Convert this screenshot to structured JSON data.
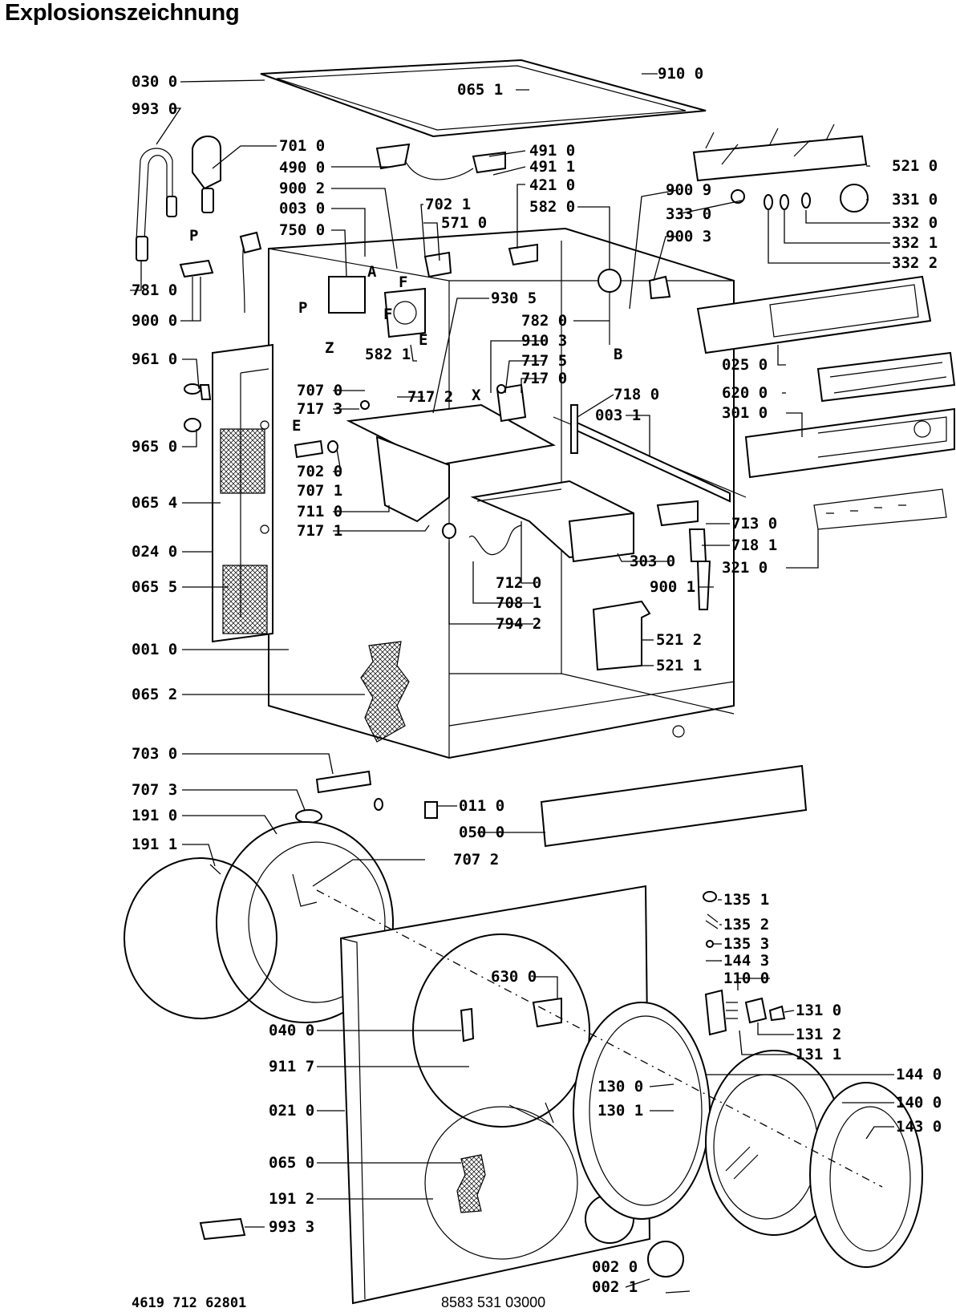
{
  "title": "Explosionszeichnung",
  "footer": {
    "left_code": "4619 712 62801",
    "center_code": "8583 531 03000"
  },
  "labels": [
    {
      "id": "030-0",
      "text": "030 0"
    },
    {
      "id": "065-1",
      "text": "065 1"
    },
    {
      "id": "910-0",
      "text": "910 0"
    },
    {
      "id": "993-0",
      "text": "993 0"
    },
    {
      "id": "701-0",
      "text": "701 0"
    },
    {
      "id": "490-0",
      "text": "490 0"
    },
    {
      "id": "491-0",
      "text": "491 0"
    },
    {
      "id": "491-1",
      "text": "491 1"
    },
    {
      "id": "900-2",
      "text": "900 2"
    },
    {
      "id": "421-0",
      "text": "421 0"
    },
    {
      "id": "003-0",
      "text": "003 0"
    },
    {
      "id": "702-1",
      "text": "702 1"
    },
    {
      "id": "571-0",
      "text": "571 0"
    },
    {
      "id": "582-0",
      "text": "582 0"
    },
    {
      "id": "750-0",
      "text": "750 0"
    },
    {
      "id": "900-9",
      "text": "900 9"
    },
    {
      "id": "333-0",
      "text": "333 0"
    },
    {
      "id": "900-3",
      "text": "900 3"
    },
    {
      "id": "521-0",
      "text": "521 0"
    },
    {
      "id": "331-0",
      "text": "331 0"
    },
    {
      "id": "332-0",
      "text": "332 0"
    },
    {
      "id": "332-1",
      "text": "332 1"
    },
    {
      "id": "332-2",
      "text": "332 2"
    },
    {
      "id": "781-0",
      "text": "781 0"
    },
    {
      "id": "900-0",
      "text": "900 0"
    },
    {
      "id": "930-5",
      "text": "930 5"
    },
    {
      "id": "782-0",
      "text": "782 0"
    },
    {
      "id": "582-1",
      "text": "582 1"
    },
    {
      "id": "910-3",
      "text": "910 3"
    },
    {
      "id": "717-5",
      "text": "717 5"
    },
    {
      "id": "717-0",
      "text": "717 0"
    },
    {
      "id": "961-0",
      "text": "961 0"
    },
    {
      "id": "707-0",
      "text": "707 0"
    },
    {
      "id": "717-2",
      "text": "717 2"
    },
    {
      "id": "717-3",
      "text": "717 3"
    },
    {
      "id": "718-0",
      "text": "718 0"
    },
    {
      "id": "003-1",
      "text": "003 1"
    },
    {
      "id": "025-0",
      "text": "025 0"
    },
    {
      "id": "620-0",
      "text": "620 0"
    },
    {
      "id": "301-0",
      "text": "301 0"
    },
    {
      "id": "965-0",
      "text": "965 0"
    },
    {
      "id": "065-4",
      "text": "065 4"
    },
    {
      "id": "702-0",
      "text": "702 0"
    },
    {
      "id": "707-1",
      "text": "707 1"
    },
    {
      "id": "711-0",
      "text": "711 0"
    },
    {
      "id": "717-1",
      "text": "717 1"
    },
    {
      "id": "713-0",
      "text": "713 0"
    },
    {
      "id": "718-1",
      "text": "718 1"
    },
    {
      "id": "321-0",
      "text": "321 0"
    },
    {
      "id": "024-0",
      "text": "024 0"
    },
    {
      "id": "303-0",
      "text": "303 0"
    },
    {
      "id": "712-0",
      "text": "712 0"
    },
    {
      "id": "900-1",
      "text": "900 1"
    },
    {
      "id": "065-5",
      "text": "065 5"
    },
    {
      "id": "708-1",
      "text": "708 1"
    },
    {
      "id": "794-2",
      "text": "794 2"
    },
    {
      "id": "521-2",
      "text": "521 2"
    },
    {
      "id": "001-0",
      "text": "001 0"
    },
    {
      "id": "521-1",
      "text": "521 1"
    },
    {
      "id": "065-2",
      "text": "065 2"
    },
    {
      "id": "703-0",
      "text": "703 0"
    },
    {
      "id": "707-3",
      "text": "707 3"
    },
    {
      "id": "011-0",
      "text": "011 0"
    },
    {
      "id": "191-0",
      "text": "191 0"
    },
    {
      "id": "050-0",
      "text": "050 0"
    },
    {
      "id": "191-1",
      "text": "191 1"
    },
    {
      "id": "707-2",
      "text": "707 2"
    },
    {
      "id": "135-1",
      "text": "135 1"
    },
    {
      "id": "135-2",
      "text": "135 2"
    },
    {
      "id": "135-3",
      "text": "135 3"
    },
    {
      "id": "144-3",
      "text": "144 3"
    },
    {
      "id": "110-0",
      "text": "110 0"
    },
    {
      "id": "630-0",
      "text": "630 0"
    },
    {
      "id": "131-0",
      "text": "131 0"
    },
    {
      "id": "040-0",
      "text": "040 0"
    },
    {
      "id": "131-2",
      "text": "131 2"
    },
    {
      "id": "131-1",
      "text": "131 1"
    },
    {
      "id": "911-7",
      "text": "911 7"
    },
    {
      "id": "144-0",
      "text": "144 0"
    },
    {
      "id": "130-0",
      "text": "130 0"
    },
    {
      "id": "021-0",
      "text": "021 0"
    },
    {
      "id": "140-0",
      "text": "140 0"
    },
    {
      "id": "130-1",
      "text": "130 1"
    },
    {
      "id": "143-0",
      "text": "143 0"
    },
    {
      "id": "065-0",
      "text": "065 0"
    },
    {
      "id": "191-2",
      "text": "191 2"
    },
    {
      "id": "993-3",
      "text": "993 3"
    },
    {
      "id": "002-0",
      "text": "002 0"
    },
    {
      "id": "002-1",
      "text": "002 1"
    }
  ],
  "letters": [
    {
      "id": "P1",
      "text": "P"
    },
    {
      "id": "A",
      "text": "A"
    },
    {
      "id": "P2",
      "text": "P"
    },
    {
      "id": "F1",
      "text": "F"
    },
    {
      "id": "F2",
      "text": "F"
    },
    {
      "id": "E1",
      "text": "E"
    },
    {
      "id": "Z",
      "text": "Z"
    },
    {
      "id": "B",
      "text": "B"
    },
    {
      "id": "X",
      "text": "X"
    },
    {
      "id": "E2",
      "text": "E"
    }
  ]
}
